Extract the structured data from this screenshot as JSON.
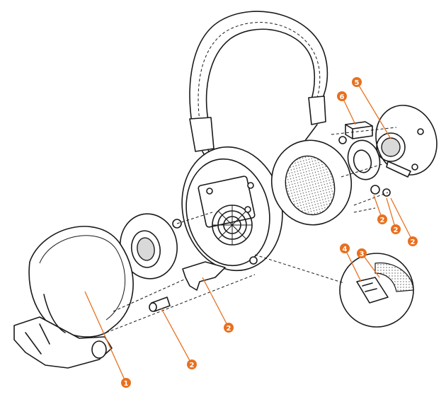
{
  "colors": {
    "accent": "#e8701f",
    "line": "#1a1a1a",
    "background": "#ffffff"
  },
  "callouts": [
    {
      "id": "c1",
      "label": "1"
    },
    {
      "id": "c2a",
      "label": "2"
    },
    {
      "id": "c2b",
      "label": "2"
    },
    {
      "id": "c2c",
      "label": "2"
    },
    {
      "id": "c2d",
      "label": "2"
    },
    {
      "id": "c2e",
      "label": "2"
    },
    {
      "id": "c3",
      "label": "3"
    },
    {
      "id": "c4",
      "label": "4"
    },
    {
      "id": "c5",
      "label": "5"
    },
    {
      "id": "c6",
      "label": "6"
    }
  ]
}
